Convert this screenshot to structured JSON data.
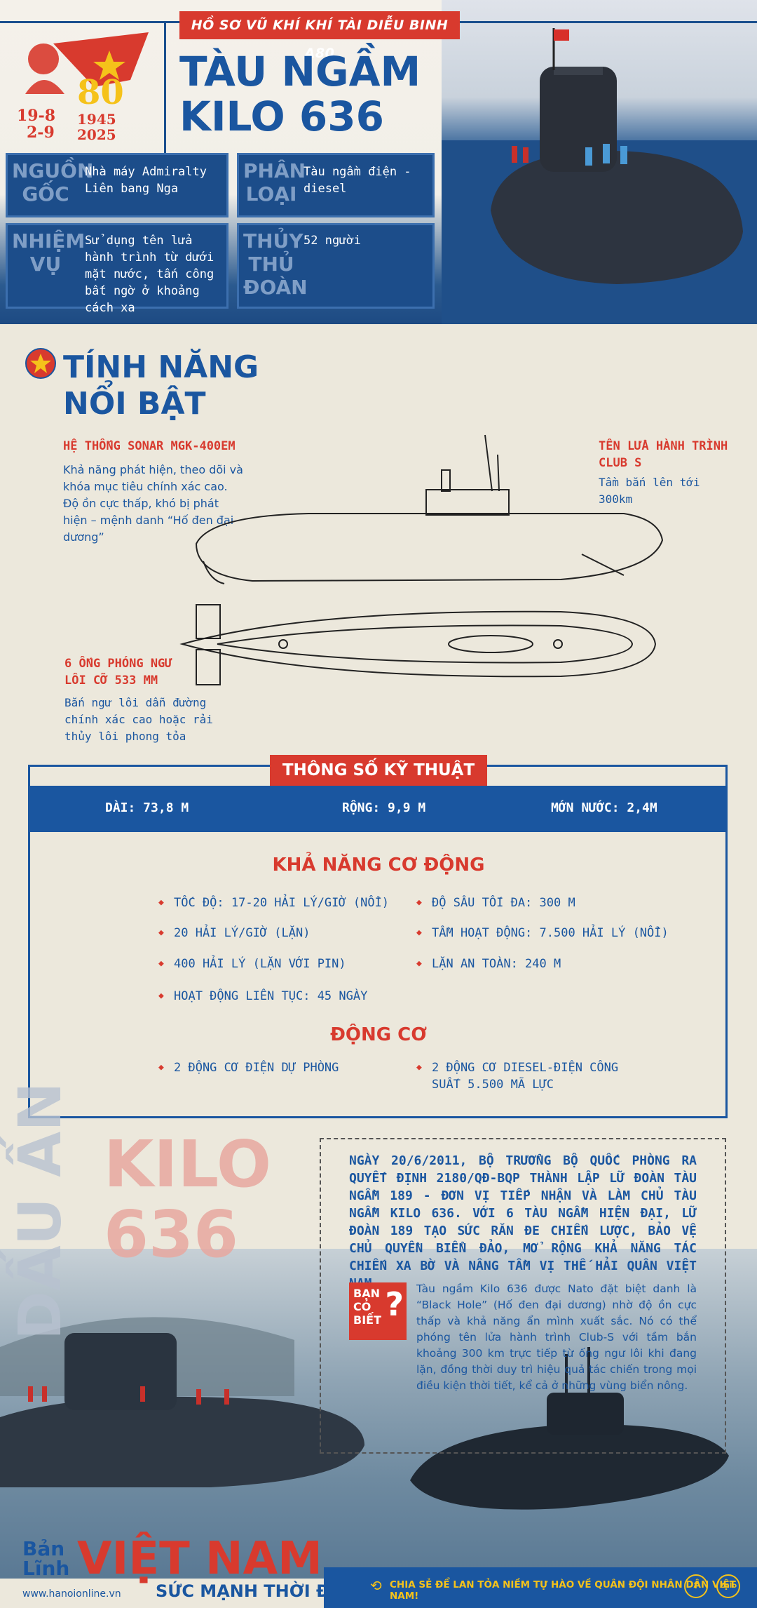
{
  "header": {
    "series": "HỒ SƠ VŨ KHÍ KHÍ TÀI DIỄU BINH A80",
    "title_line1": "TÀU NGẦM",
    "title_line2": "KILO 636",
    "date1": "19-8",
    "date2": "2-9",
    "anniv": "80",
    "year1": "1945",
    "year2": "2025"
  },
  "info": [
    {
      "label": "NGUỒN GỐC",
      "value": "Nhà máy Admiralty Liên bang Nga"
    },
    {
      "label": "PHÂN LOẠI",
      "value": "Tàu ngầm điện - diesel"
    },
    {
      "label": "NHIỆM VỤ",
      "value": "Sử dụng tên lửa hành trình từ dưới mặt nước, tấn công bất ngờ ở khoảng cách xa"
    },
    {
      "label": "THỦY THỦ ĐOÀN",
      "value": "52 người"
    }
  ],
  "features": {
    "title_line1": "TÍNH NĂNG",
    "title_line2": "NỔI BẬT",
    "sonar_title": "HỆ THỐNG SONAR MGK-400EM",
    "sonar_text": "Khả năng phát hiện, theo dõi và khóa mục tiêu chính xác cao. Độ ồn cực thấp, khó bị phát hiện – mệnh danh “Hố đen đại dương”",
    "missile_title": "TÊN LỬA HÀNH TRÌNH CLUB S",
    "missile_text": "Tầm bắn lên tới 300km",
    "torpedo_title": "6 ỐNG PHÓNG NGƯ LÔI CỠ 533 MM",
    "torpedo_text": "Bắn ngư lôi dẫn đường chính xác cao hoặc rải thủy lôi phong tỏa"
  },
  "specs": {
    "title": "THÔNG SỐ KỸ THUẬT",
    "length": "DÀI: 73,8 M",
    "width": "RỘNG: 9,9 M",
    "draft": "MỚN NƯỚC: 2,4M",
    "mobility_title": "KHẢ NĂNG CƠ ĐỘNG",
    "mobility": [
      "TỐC ĐỘ: 17-20 HẢI LÝ/GIỜ (NỔI)",
      "ĐỘ SÂU TỐI ĐA: 300 M",
      "20 HẢI LÝ/GIỜ (LẶN)",
      "TẦM HOẠT ĐỘNG: 7.500 HẢI LÝ (NỔI)",
      "400 HẢI LÝ (LẶN VỚI PIN)",
      "LẶN AN TOÀN: 240 M",
      "HOẠT ĐỘNG LIÊN TỤC: 45 NGÀY"
    ],
    "engine_title": "ĐỘNG CƠ",
    "engine": [
      "2 ĐỘNG CƠ ĐIỆN DỰ PHÒNG",
      "2 ĐỘNG CƠ DIESEL-ĐIỆN CÔNG SUẤT 5.500 MÃ LỰC"
    ]
  },
  "bottom": {
    "vertical_word": "DẤU ẤN",
    "kilo_line1": "KILO",
    "kilo_line2": "636",
    "story": "NGÀY 20/6/2011, BỘ TRƯỞNG BỘ QUỐC PHÒNG RA QUYẾT ĐỊNH 2180/QĐ-BQP THÀNH LẬP LỮ ĐOÀN TÀU NGẦM 189 - ĐƠN VỊ TIẾP NHẬN VÀ LÀM CHỦ TÀU NGẦM KILO 636. VỚI 6 TÀU NGẦM HIỆN ĐẠI, LỮ ĐOÀN 189 TẠO SỨC RĂN ĐE CHIẾN LƯỢC, BẢO VỆ CHỦ QUYỀN BIỂN ĐẢO, MỞ RỘNG KHẢ NĂNG TÁC CHIẾN XA BỜ VÀ NÂNG TẦM VỊ THẾ HẢI QUÂN VIỆT NAM.",
    "dyk_label": "BẠN CÓ BIẾT",
    "dyk_q": "?",
    "dyk_text": "Tàu ngầm Kilo 636 được Nato đặt biệt danh là “Black Hole” (Hố đen đại dương) nhờ độ ồn cực thấp và khả năng ẩn mình xuất sắc. Nó có thể phóng tên lửa hành trình Club-S với tầm bắn khoảng 300 km trực tiếp từ ống ngư lôi khi đang lặn, đồng thời duy trì hiệu quả tác chiến trong mọi điều kiện thời tiết, kể cả ở những vùng biển nông."
  },
  "footer": {
    "brand_small1": "Bản",
    "brand_small2": "Lĩnh",
    "brand_big": "VIỆT NAM",
    "brand_sub": "SỨC MẠNH THỜI ĐẠI",
    "site": "www.hanoionline.vn",
    "share": "CHIA SẺ ĐỂ LAN TỎA NIỀM TỰ HÀO VỀ QUÂN ĐỘI NHÂN DÂN VIỆT NAM!",
    "facebook": "f",
    "zalo": "Zalo"
  },
  "colors": {
    "accent_red": "#d83a2e",
    "brand_blue": "#1a56a0",
    "gold": "#f5c21a"
  },
  "icons": [
    "star-emblem-icon",
    "flag-icon",
    "share-icon",
    "facebook-icon",
    "zalo-icon",
    "question-icon"
  ]
}
